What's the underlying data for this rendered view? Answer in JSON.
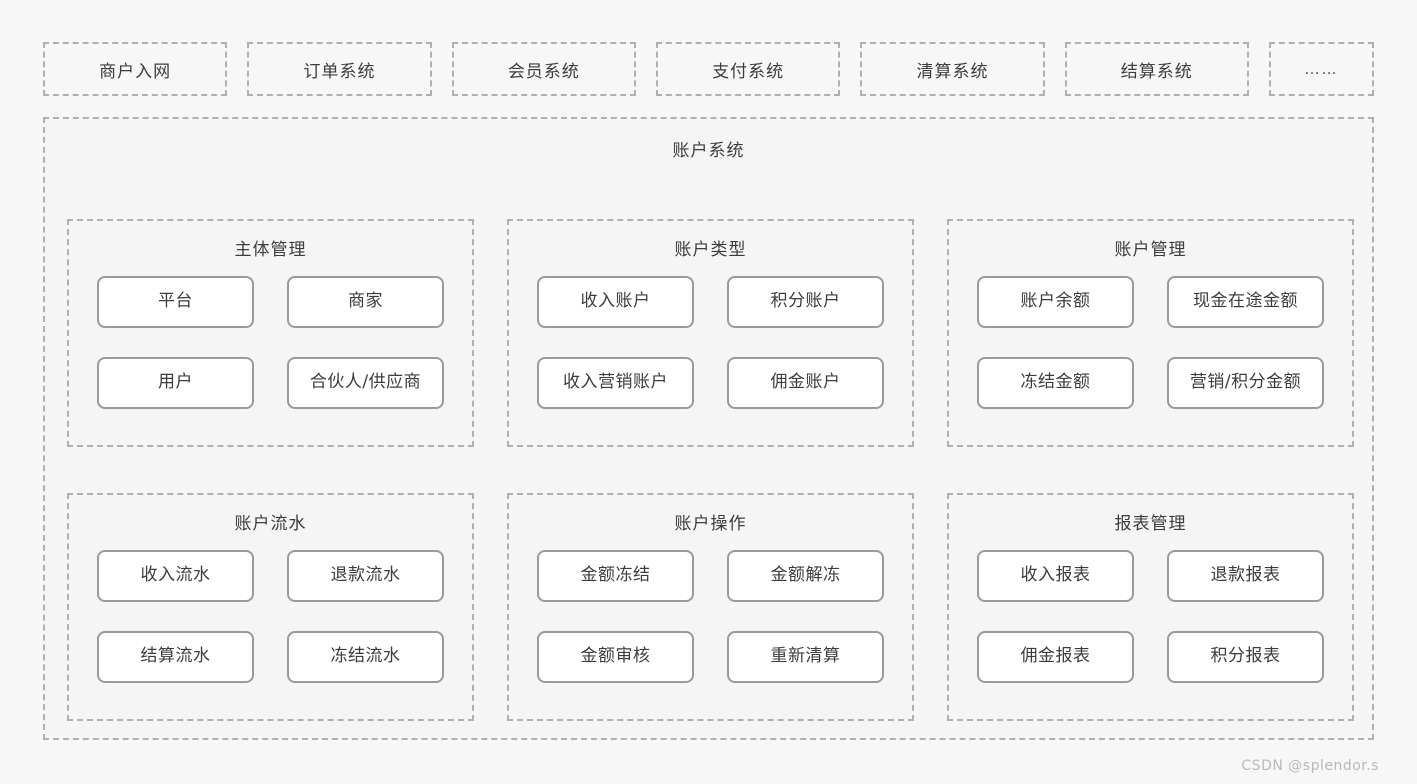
{
  "colors": {
    "page_background": "#f7f7f7",
    "container_background": "#f5f5f5",
    "dashed_border": "#b0b0b0",
    "card_border": "#9a9a9a",
    "card_background": "#ffffff",
    "text": "#3c3c3c",
    "watermark": "#b9b9b9"
  },
  "external_systems": [
    {
      "label": "商户入网"
    },
    {
      "label": "订单系统"
    },
    {
      "label": "会员系统"
    },
    {
      "label": "支付系统"
    },
    {
      "label": "清算系统"
    },
    {
      "label": "结算系统"
    },
    {
      "label": "……"
    }
  ],
  "system": {
    "title": "账户系统",
    "groups": [
      {
        "title": "主体管理",
        "cards": [
          "平台",
          "商家",
          "用户",
          "合伙人/供应商"
        ]
      },
      {
        "title": "账户类型",
        "cards": [
          "收入账户",
          "积分账户",
          "收入营销账户",
          "佣金账户"
        ]
      },
      {
        "title": "账户管理",
        "cards": [
          "账户余额",
          "现金在途金额",
          "冻结金额",
          "营销/积分金额"
        ]
      },
      {
        "title": "账户流水",
        "cards": [
          "收入流水",
          "退款流水",
          "结算流水",
          "冻结流水"
        ]
      },
      {
        "title": "账户操作",
        "cards": [
          "金额冻结",
          "金额解冻",
          "金额审核",
          "重新清算"
        ]
      },
      {
        "title": "报表管理",
        "cards": [
          "收入报表",
          "退款报表",
          "佣金报表",
          "积分报表"
        ]
      }
    ]
  },
  "watermark": "CSDN @splendor.s"
}
